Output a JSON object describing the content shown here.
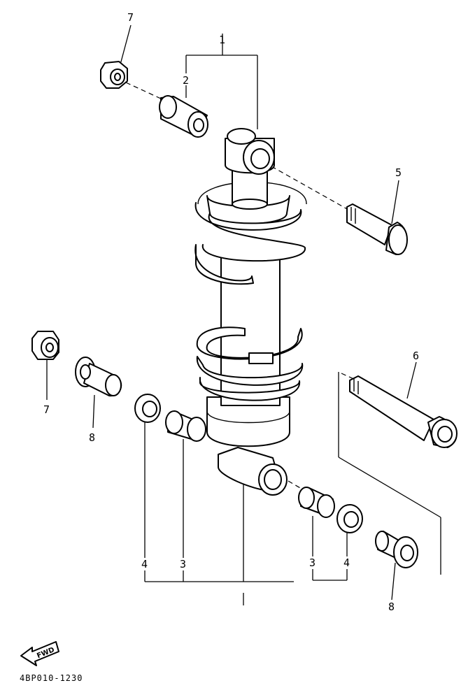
{
  "diagram": {
    "labels": {
      "l1": "1",
      "l2": "2",
      "l3a": "3",
      "l3b": "3",
      "l4a": "4",
      "l4b": "4",
      "l5": "5",
      "l6": "6",
      "l7a": "7",
      "l7b": "7",
      "l8a": "8",
      "l8b": "8"
    },
    "fwd_label": "FWD",
    "drawing_code": "4BP010-1230"
  }
}
